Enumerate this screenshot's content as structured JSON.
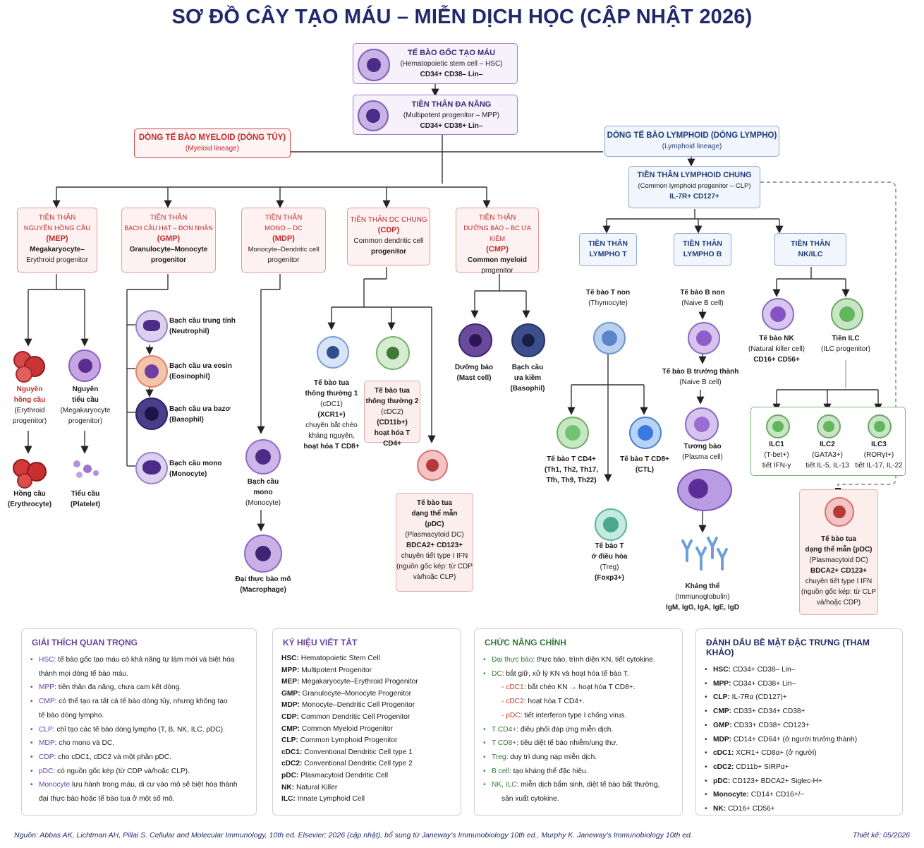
{
  "title": "SƠ ĐỒ CÂY TẠO MÁU – MIỄN DỊCH HỌC (CẬP NHẬT 2026)",
  "hsc": {
    "name": "TẾ BÀO GỐC TẠO MÁU",
    "en": "(Hematopoietic stem cell – HSC)",
    "markers": "CD34+ CD38– Lin–"
  },
  "mpp": {
    "name": "TIỀN THÂN ĐA NĂNG",
    "en": "(Multipotent progenitor – MPP)",
    "markers": "CD34+ CD38+ Lin–"
  },
  "myeloid": {
    "name": "DÒNG TẾ BÀO MYELOID (DÒNG TỦY)",
    "en": "(Myeloid lineage)"
  },
  "lymphoid": {
    "name": "DÒNG TẾ BÀO LYMPHOID (DÒNG LYMPHO)",
    "en": "(Lymphoid lineage)"
  },
  "clp": {
    "name": "TIỀN THÂN LYMPHOID CHUNG",
    "en": "(Common lymphoid progenitor – CLP)",
    "markers": "IL-7R+ CD127+"
  },
  "mep": {
    "l1": "TIỀN THÂN",
    "l2": "NGUYÊN HỒNG CẦU",
    "abbr": "(MEP)",
    "en1": "Megakaryocyte–",
    "en2": "Erythroid progenitor"
  },
  "gmp": {
    "l1": "TIỀN THÂN",
    "l2": "BẠCH CẦU HẠT – ĐƠN NHÂN",
    "abbr": "(GMP)",
    "en1": "Granulocyte–Monocyte",
    "en2": "progenitor"
  },
  "mdp": {
    "l1": "TIỀN THÂN",
    "l2": "MONO – DC",
    "abbr": "(MDP)",
    "en1": "Monocyte–Dendritic cell",
    "en2": "progenitor"
  },
  "cdp": {
    "l1": "TIỀN THÂN DC CHUNG",
    "abbr": "(CDP)",
    "en1": "Common dendritic cell",
    "en2": "progenitor"
  },
  "cmp": {
    "l1": "TIỀN THÂN",
    "l2": "DƯỠNG BÀO – BC ƯA KIỀM",
    "abbr": "(CMP)",
    "en1": "Common myeloid",
    "en2": "progenitor"
  },
  "tprog": {
    "l1": "TIỀN THÂN",
    "l2": "LYMPHO T"
  },
  "bprog": {
    "l1": "TIỀN THÂN",
    "l2": "LYMPHO B"
  },
  "nkprog": {
    "l1": "TIỀN THÂN",
    "l2": "NK/ILC"
  },
  "erythro_prog": {
    "l1": "Nguyên",
    "l2": "hồng cầu",
    "en1": "(Erythroid",
    "en2": "progenitor)"
  },
  "mega_prog": {
    "l1": "Nguyên",
    "l2": "tiểu cầu",
    "en1": "(Megakaryocyte",
    "en2": "progenitor)"
  },
  "erythrocyte": {
    "l1": "Hồng cầu",
    "l2": "(Erythrocyte)"
  },
  "platelet": {
    "l1": "Tiểu cầu",
    "l2": "(Platelet)"
  },
  "neutrophil": {
    "l1": "Bạch cầu trung tính",
    "l2": "(Neutrophil)"
  },
  "eosinophil": {
    "l1": "Bạch cầu ưa eosin",
    "l2": "(Eosinophil)"
  },
  "basophil": {
    "l1": "Bạch cầu ưa bazơ",
    "l2": "(Basophil)"
  },
  "monocyte_g": {
    "l1": "Bạch cầu mono",
    "l2": "(Monocyte)"
  },
  "monocyte_m": {
    "l1": "Bạch cầu",
    "l2": "mono",
    "l3": "(Monocyte)"
  },
  "macrophage": {
    "l1": "Đại thực bào mô",
    "l2": "(Macrophage)"
  },
  "cdc1": {
    "l1": "Tế bào tua",
    "l2": "thông thường 1",
    "l3": "(cDC1)",
    "l4": "(XCR1+)",
    "l5": "chuyên bắt chéo",
    "l6": "kháng nguyên,",
    "l7": "hoạt hóa T CD8+"
  },
  "cdc2": {
    "l1": "Tế bào tua",
    "l2": "thông thường 2",
    "l3": "(cDC2)",
    "l4": "(CD11b+)",
    "l5": "hoạt hóa T CD4+"
  },
  "pdc_left": {
    "l1": "Tế bào tua",
    "l2": "dạng thể mẫn",
    "l3": "(pDC)",
    "l4": "(Plasmacytoid DC)",
    "l5": "BDCA2+ CD123+",
    "l6": "chuyên tiết type I IFN",
    "l7": "(nguồn gốc kép: từ CDP",
    "l8": "và/hoặc CLP)"
  },
  "mast": {
    "l1": "Dưỡng bào",
    "l2": "(Mast cell)"
  },
  "baso_cmp": {
    "l1": "Bạch cầu",
    "l2": "ưa kiềm",
    "l3": "(Basophil)"
  },
  "tnaive": {
    "l1": "Tế bào T non",
    "l2": "(Thymocyte)"
  },
  "bnaive": {
    "l1": "Tế bào B non",
    "l2": "(Naive B cell)"
  },
  "bmature": {
    "l1": "Tế bào B trưởng thành",
    "l2": "(Naive B cell)"
  },
  "cd4": {
    "l1": "Tế bào T CD4+",
    "l2": "(Th1, Th2, Th17,",
    "l3": "Tfh, Th9, Th22)"
  },
  "cd8": {
    "l1": "Tế bào T CD8+",
    "l2": "(CTL)"
  },
  "treg": {
    "l1": "Tế bào T",
    "l2": "ở điều hòa",
    "l3": "(Treg)",
    "l4": "(Foxp3+)"
  },
  "plasma": {
    "l1": "Tương bào",
    "l2": "(Plasma cell)"
  },
  "antibody": {
    "l1": "Kháng thể",
    "l2": "(Immunoglobulin)",
    "l3": "IgM, IgG, IgA, IgE, IgD"
  },
  "nk": {
    "l1": "Tế bào NK",
    "l2": "(Natural killer cell)",
    "l3": "CD16+ CD56+"
  },
  "ilcprog": {
    "l1": "Tiền ILC",
    "l2": "(ILC progenitor)"
  },
  "ilc1": {
    "l1": "ILC1",
    "l2": "(T-bet+)",
    "l3": "tiết IFN-γ"
  },
  "ilc2": {
    "l1": "ILC2",
    "l2": "(GATA3+)",
    "l3": "tiết IL-5, IL-13"
  },
  "ilc3": {
    "l1": "ILC3",
    "l2": "(RORγt+)",
    "l3": "tiết IL-17, IL-22"
  },
  "pdc_right": {
    "l1": "Tế bào tua",
    "l2": "dạng thể mẫn (pDC)",
    "l3": "(Plasmacytoid DC)",
    "l4": "BDCA2+ CD123+",
    "l5": "chuyên tiết type I IFN",
    "l6": "(nguồn gốc kép: từ CLP",
    "l7": "và/hoặc CDP)"
  },
  "panel1": {
    "title": "GIẢI THÍCH QUAN TRỌNG",
    "items": [
      {
        "k": "HSC",
        "v": ": tế bào gốc tạo máu có khả năng tự làm mới và biệt hóa"
      },
      {
        "k": "",
        "v": "thành mọi dòng tế bào máu."
      },
      {
        "k": "MPP",
        "v": ": tiền thân đa năng, chưa cam kết dòng."
      },
      {
        "k": "CMP",
        "v": ": có thể tạo ra tất cả tế bào dòng tủy, nhưng không tạo"
      },
      {
        "k": "",
        "v": "tế bào dòng lympho."
      },
      {
        "k": "CLP",
        "v": ": chỉ tạo các tế bào dòng lympho (T, B, NK, ILC, pDC)."
      },
      {
        "k": "MDP",
        "v": ": cho mono và DC."
      },
      {
        "k": "CDP",
        "v": ": cho cDC1, cDC2 và một phần pDC."
      },
      {
        "k": "pDC",
        "v": ": có nguồn gốc kép (từ CDP và/hoặc CLP)."
      },
      {
        "k": "Monocyte",
        "v": " lưu hành trong máu, di cư vào mô sẽ biệt hóa thành"
      },
      {
        "k": "",
        "v": "đại thực bào hoặc tế bào tua ở một số mô."
      }
    ]
  },
  "panel2": {
    "title": "KÝ HIỆU VIẾT TẮT",
    "items": [
      {
        "k": "HSC:",
        "v": " Hematopoietic Stem Cell"
      },
      {
        "k": "MPP:",
        "v": " Multipotent Progenitor"
      },
      {
        "k": "MEP:",
        "v": " Megakaryocyte–Erythroid Progenitor"
      },
      {
        "k": "GMP:",
        "v": " Granulocyte–Monocyte Progenitor"
      },
      {
        "k": "MDP:",
        "v": " Monocyte–Dendritic Cell Progenitor"
      },
      {
        "k": "CDP:",
        "v": " Common Dendritic Cell Progenitor"
      },
      {
        "k": "CMP:",
        "v": " Common Myeloid Progenitor"
      },
      {
        "k": "CLP:",
        "v": " Common Lymphoid Progenitor"
      },
      {
        "k": "cDC1:",
        "v": " Conventional Dendritic Cell type 1"
      },
      {
        "k": "cDC2:",
        "v": " Conventional Dendritic Cell type 2"
      },
      {
        "k": "pDC:",
        "v": " Plasmacytoid Dendritic Cell"
      },
      {
        "k": "NK:",
        "v": " Natural Killer"
      },
      {
        "k": "ILC:",
        "v": " Innate Lymphoid Cell"
      }
    ]
  },
  "panel3": {
    "title": "CHỨC NĂNG CHÍNH",
    "items": [
      {
        "k": "Đại thực bào",
        "v": ": thực bào, trình diện KN, tiết cytokine.",
        "sub": false
      },
      {
        "k": "DC",
        "v": ": bắt giữ, xử lý KN và hoạt hóa tế bào T.",
        "sub": false
      },
      {
        "k": "- cDC1",
        "v": ": bắt chéo KN → hoạt hóa T CD8+.",
        "sub": true
      },
      {
        "k": "- cDC2",
        "v": ": hoạt hóa T CD4+.",
        "sub": true
      },
      {
        "k": "- pDC",
        "v": ": tiết interferon type I chống virus.",
        "sub": true
      },
      {
        "k": "T CD4+",
        "v": ": điều phối đáp ứng miễn dịch.",
        "sub": false
      },
      {
        "k": "T CD8+",
        "v": ": tiêu diệt tế bào nhiễm/ung thư.",
        "sub": false
      },
      {
        "k": "Treg",
        "v": ": duy trì dung nạp miễn dịch.",
        "sub": false
      },
      {
        "k": "B cell",
        "v": ": tạo kháng thể đặc hiệu.",
        "sub": false
      },
      {
        "k": "NK, ILC",
        "v": ": miễn dịch bẩm sinh, diệt tế bào bất thường,",
        "sub": false
      },
      {
        "k": "",
        "v": "sản xuất cytokine.",
        "sub": true
      }
    ]
  },
  "panel4": {
    "title": "ĐÁNH DẤU BỀ MẶT ĐẶC TRƯNG (THAM KHẢO)",
    "items": [
      {
        "k": "HSC:",
        "v": " CD34+ CD38– Lin–"
      },
      {
        "k": "MPP:",
        "v": " CD34+ CD38+ Lin–"
      },
      {
        "k": "CLP:",
        "v": " IL-7Rα (CD127)+"
      },
      {
        "k": "CMP:",
        "v": " CD33+ CD34+ CD38+"
      },
      {
        "k": "GMP:",
        "v": " CD33+ CD38+ CD123+"
      },
      {
        "k": "MDP:",
        "v": " CD14+ CD64+ (ở người trưởng thành)"
      },
      {
        "k": "cDC1:",
        "v": " XCR1+ CD8α+ (ở người)"
      },
      {
        "k": "cDC2:",
        "v": " CD11b+ SIRPα+"
      },
      {
        "k": "pDC:",
        "v": " CD123+ BDCA2+ Siglec-H+"
      },
      {
        "k": "Monocyte:",
        "v": " CD14+ CD16+/−"
      },
      {
        "k": "NK:",
        "v": " CD16+ CD56+"
      }
    ]
  },
  "footer": {
    "source": "Nguồn: Abbas AK, Lichtman AH, Pillai S. Cellular and Molecular Immunology, 10th ed. Elsevier; 2026 (cập nhật), bổ sung từ Janeway's Immunobiology 10th ed., Murphy K. Janeway's Immunobiology 10th ed.",
    "design": "Thiết kế: 05/2026"
  }
}
